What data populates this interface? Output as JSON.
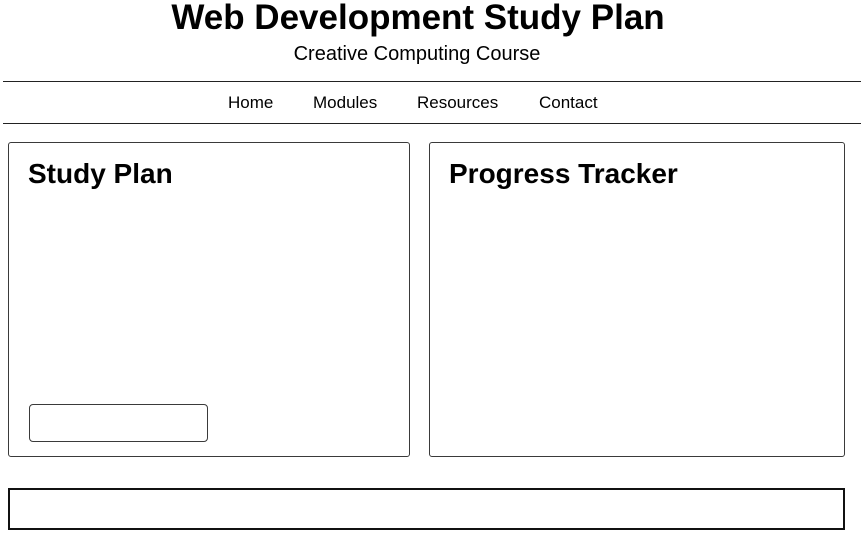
{
  "header": {
    "title": "Web Development Study Plan",
    "subtitle": "Creative Computing Course"
  },
  "nav": {
    "items": [
      {
        "label": "Home"
      },
      {
        "label": "Modules"
      },
      {
        "label": "Resources"
      },
      {
        "label": "Contact"
      }
    ]
  },
  "study_plan": {
    "title": "Study Plan"
  },
  "progress_tracker": {
    "title": "Progress Tracker"
  }
}
